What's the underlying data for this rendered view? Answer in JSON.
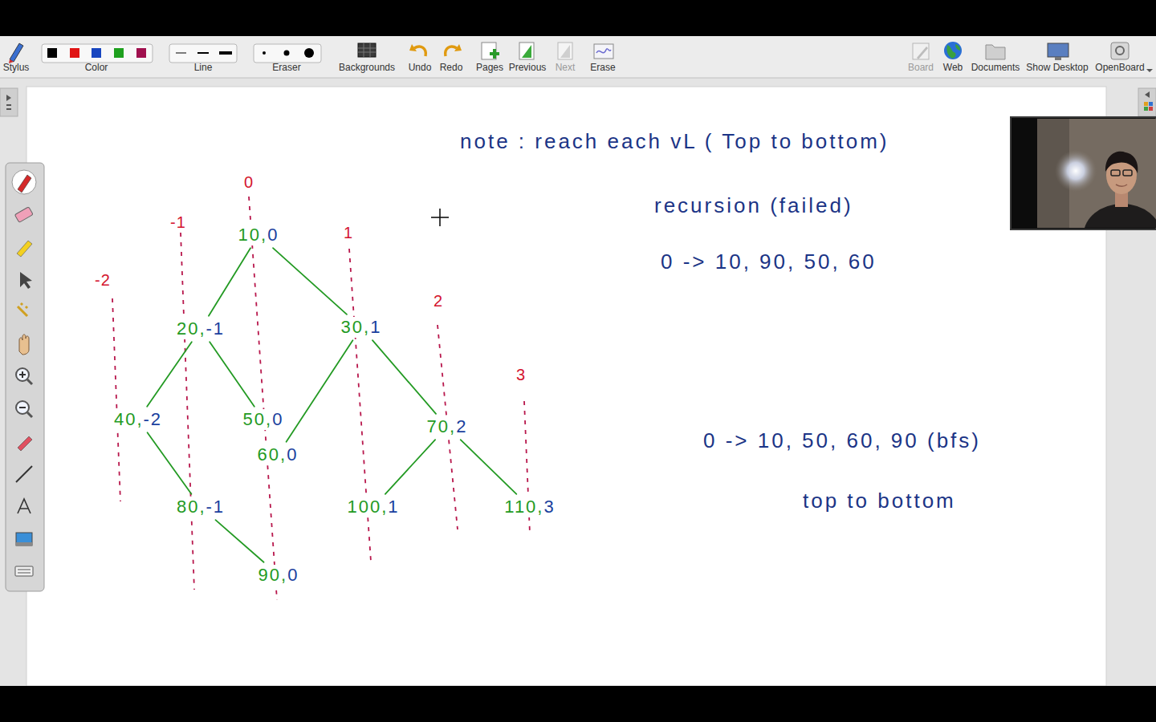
{
  "diagram": {
    "nodes": [
      {
        "text": [
          "10,0"
        ]
      },
      {
        "text": [
          "20,-1"
        ]
      },
      {
        "text": [
          "30,1"
        ]
      },
      {
        "text": [
          "40,-2"
        ]
      },
      {
        "text": [
          "50,0"
        ]
      },
      {
        "text": [
          "60,0"
        ]
      },
      {
        "text": [
          "70,2"
        ]
      },
      {
        "text": [
          "80,-1"
        ]
      },
      {
        "text": [
          "100,1"
        ]
      },
      {
        "text": [
          "110,3"
        ]
      },
      {
        "text": [
          "90,0"
        ]
      }
    ],
    "edges": [
      {
        "from": 0,
        "to": 1,
        "arrow": "none"
      },
      {
        "from": 0,
        "to": 2,
        "arrow": "none"
      },
      {
        "from": 1,
        "to": 3,
        "arrow": "none"
      },
      {
        "from": 1,
        "to": 4,
        "arrow": "none"
      },
      {
        "from": 2,
        "to": 5,
        "arrow": "none"
      },
      {
        "from": 2,
        "to": 6,
        "arrow": "none"
      },
      {
        "from": 3,
        "to": 7,
        "arrow": "none"
      },
      {
        "from": 7,
        "to": 10,
        "arrow": "none"
      },
      {
        "from": 6,
        "to": 8,
        "arrow": "none"
      },
      {
        "from": 6,
        "to": 9,
        "arrow": "none"
      }
    ],
    "labels": [
      "Stylus",
      "Color",
      "Line",
      "Eraser",
      "Backgrounds",
      "Undo",
      "Redo",
      "Pages",
      "Previous",
      "Next",
      "Erase",
      "Board",
      "Web",
      "Documents",
      "Show Desktop",
      "OpenBoard",
      "0",
      "-1",
      "1",
      "-2",
      "2",
      "3",
      "note : reach each vL ( Top to bottom)",
      "recursion (failed)",
      "0 -> 10, 90, 50, 60",
      "0 -> 10, 50, 60, 90 (bfs)",
      "top to bottom"
    ]
  }
}
